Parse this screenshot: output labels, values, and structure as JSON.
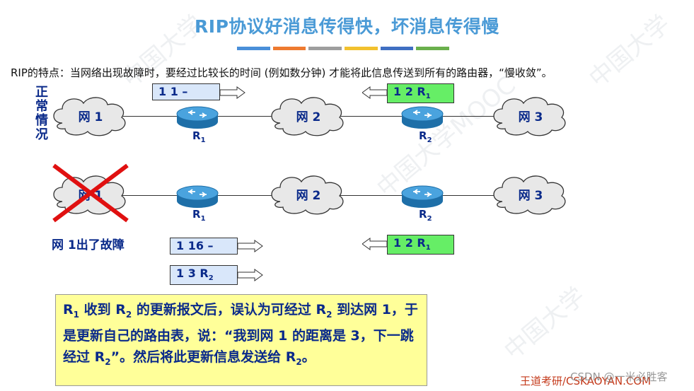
{
  "title": "RIP协议好消息传得快，坏消息传得慢",
  "title_bar_colors": [
    "#4a8fd9",
    "#ee7a30",
    "#9e9e9e",
    "#f2c12e",
    "#3f6fc2",
    "#6ab04c"
  ],
  "intro": "RIP的特点：当网络出现故障时，要经过比较长的时间 (例如数分钟) 才能将此信息传送到所有的路由器，“慢收敛”。",
  "side_label": "正常情况",
  "nets": {
    "top": [
      "网 1",
      "网 2",
      "网 3"
    ],
    "bottom": [
      "网 1",
      "网 2",
      "网 3"
    ]
  },
  "routers": {
    "r1": {
      "label": "R",
      "sub": "1"
    },
    "r2": {
      "label": "R",
      "sub": "2"
    }
  },
  "boxes": {
    "top_left": {
      "text": "1  1  –"
    },
    "top_right": {
      "text": "1  2  R",
      "sub": "1"
    },
    "bot_left1": {
      "text": "1  16  –"
    },
    "bot_left2": {
      "text": "1  3  R",
      "sub": "2"
    },
    "bot_right": {
      "text": "1  2  R",
      "sub": "1"
    }
  },
  "fault_label": "网 1出了故障",
  "note": {
    "p1": "R",
    "s1": "1",
    "p2": " 收到 R",
    "s2": "2",
    "p3": " 的更新报文后，误认为可经过 R",
    "s3": "2",
    "p4": " 到达网 1，于是更新自己的路由表，说：“我到网 1 的距离是 3，下一跳经过 R",
    "s4": "2",
    "p5": "”。然后将此更新信息发送给 R",
    "s5": "2",
    "p6": "。"
  },
  "footer": {
    "brand": "王道考研/CSKAOYAN.COM",
    "csdn": "CSDN @一米必胜客"
  },
  "colors": {
    "title": "#4a9ad6",
    "text_blue": "#0a2a8a",
    "note_bg": "#ffff99",
    "green_box": "#66ee66",
    "blue_box": "#d9e7fa",
    "cross": "#e01010"
  },
  "icons": [
    "cloud-icon",
    "router-icon",
    "arrow-right-icon",
    "arrow-left-icon",
    "cross-icon"
  ]
}
